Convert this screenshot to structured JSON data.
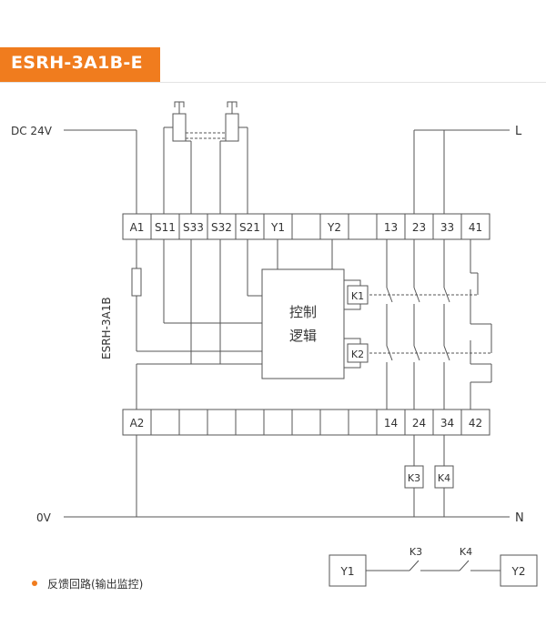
{
  "title": "ESRH-3A1B-E",
  "supply": {
    "dc_label": "DC 24V",
    "zero_label": "0V",
    "l_label": "L",
    "n_label": "N"
  },
  "side_label": "ESRH-3A1B",
  "top_terminals": [
    "A1",
    "S11",
    "S33",
    "S32",
    "S21",
    "Y1",
    "",
    "Y2",
    "",
    "13",
    "23",
    "33",
    "41"
  ],
  "bottom_terminals": [
    "A2",
    "",
    "",
    "",
    "",
    "",
    "",
    "",
    "",
    "14",
    "24",
    "34",
    "42"
  ],
  "logic_box": {
    "line1": "控制",
    "line2": "逻辑"
  },
  "relays": {
    "k1": "K1",
    "k2": "K2",
    "k3": "K3",
    "k4": "K4"
  },
  "feedback": {
    "y1": "Y1",
    "y2": "Y2",
    "k3": "K3",
    "k4": "K4"
  },
  "legend": {
    "text": "反馈回路(输出监控)",
    "bullet_color": "#f07c1e"
  },
  "colors": {
    "accent": "#f07c1e",
    "line": "#555555"
  }
}
